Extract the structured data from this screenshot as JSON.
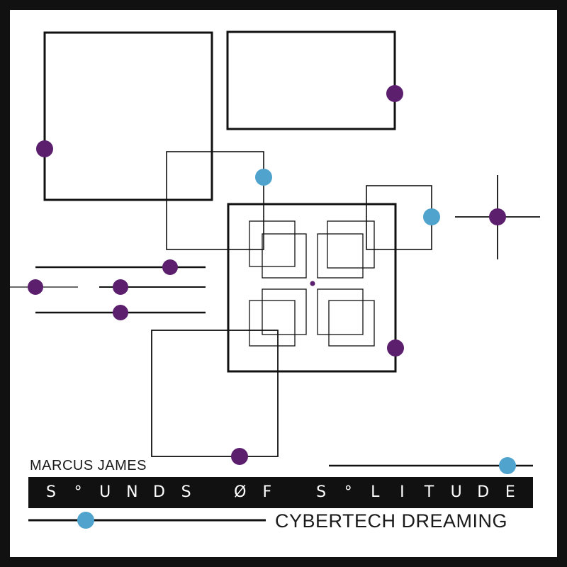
{
  "cover": {
    "artist": "MARCUS JAMES",
    "album_title": "S°UNDS OF S°LITUDE",
    "album_title_glyphs": [
      "S",
      "°",
      "U",
      "N",
      "D",
      "S",
      " ",
      "Ø",
      "F",
      " ",
      "S",
      "°",
      "L",
      "I",
      "T",
      "U",
      "D",
      "E"
    ],
    "subtitle": "CYBERTECH DREAMING"
  },
  "colors": {
    "line": "#111111",
    "purple_dot": "#5b1f6e",
    "blue_dot": "#4fa3cc",
    "background": "#ffffff",
    "frame": "#111111"
  }
}
